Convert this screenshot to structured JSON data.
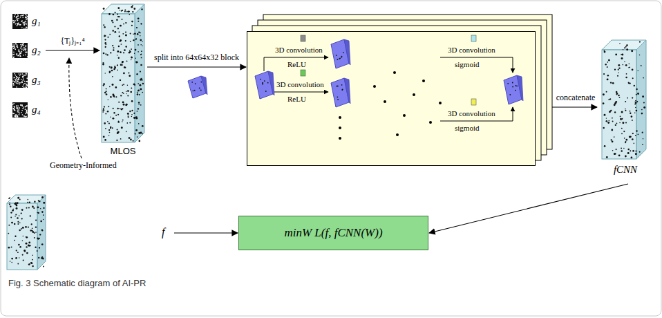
{
  "diagram": {
    "caption": "Fig. 3 Schematic diagram of AI-PR",
    "nodes": [
      {
        "text": [
          "g₁"
        ]
      },
      {
        "text": [
          "g₂"
        ]
      },
      {
        "text": [
          "g₃"
        ]
      },
      {
        "text": [
          "g₄"
        ]
      },
      {
        "text": [
          "MLOS"
        ]
      },
      {
        "text": [
          "3D convolution",
          "ReLU",
          "3D convolution",
          "ReLU",
          "3D convolution",
          "sigmoid",
          "3D convolution",
          "sigmoid"
        ]
      },
      {
        "text": [
          "fCNN"
        ]
      },
      {
        "text": [
          "f"
        ]
      },
      {
        "text": [
          "minW L(f, fCNN(W))"
        ]
      }
    ],
    "edges": [
      {
        "from": 1,
        "to": 4,
        "label": "{Tⱼ}ⱼ₌₁⁴",
        "arrow": "to"
      },
      {
        "from": 4,
        "to": 5,
        "label": "split into 64x64x32 block",
        "arrow": "to"
      },
      {
        "from": 5,
        "to": 6,
        "label": "concatenate",
        "arrow": "to"
      },
      {
        "from": 6,
        "to": 8,
        "arrow": "to"
      },
      {
        "from": 7,
        "to": 8,
        "arrow": "to"
      }
    ],
    "labels": [
      "Geometry-Informed"
    ]
  }
}
